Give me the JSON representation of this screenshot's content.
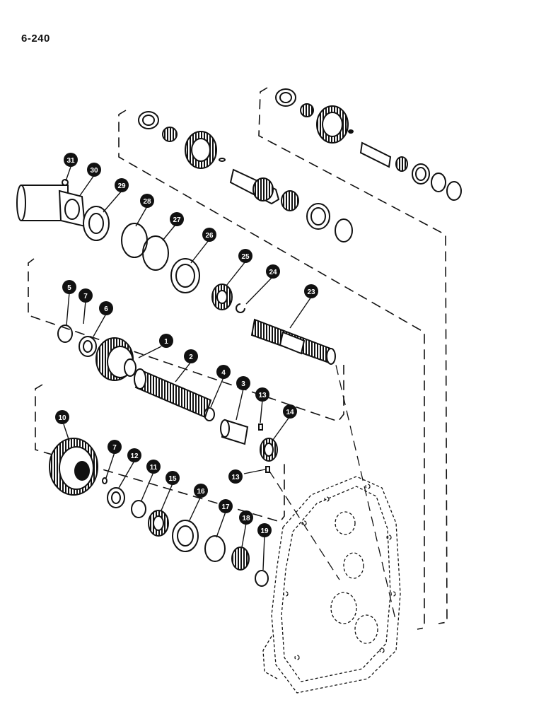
{
  "page_number": "6-240",
  "colors": {
    "ink": "#111111",
    "paper": "#ffffff"
  },
  "callouts": {
    "c1": "1",
    "c2": "2",
    "c3": "3",
    "c4": "4",
    "c5": "5",
    "c6": "6",
    "c7a": "7",
    "c7b": "7",
    "c10": "10",
    "c11": "11",
    "c12": "12",
    "c13a": "13",
    "c13b": "13",
    "c14": "14",
    "c15": "15",
    "c16": "16",
    "c17": "17",
    "c18": "18",
    "c19": "19",
    "c23": "23",
    "c24": "24",
    "c25": "25",
    "c26": "26",
    "c27": "27",
    "c28": "28",
    "c29": "29",
    "c30": "30",
    "c31": "31"
  }
}
